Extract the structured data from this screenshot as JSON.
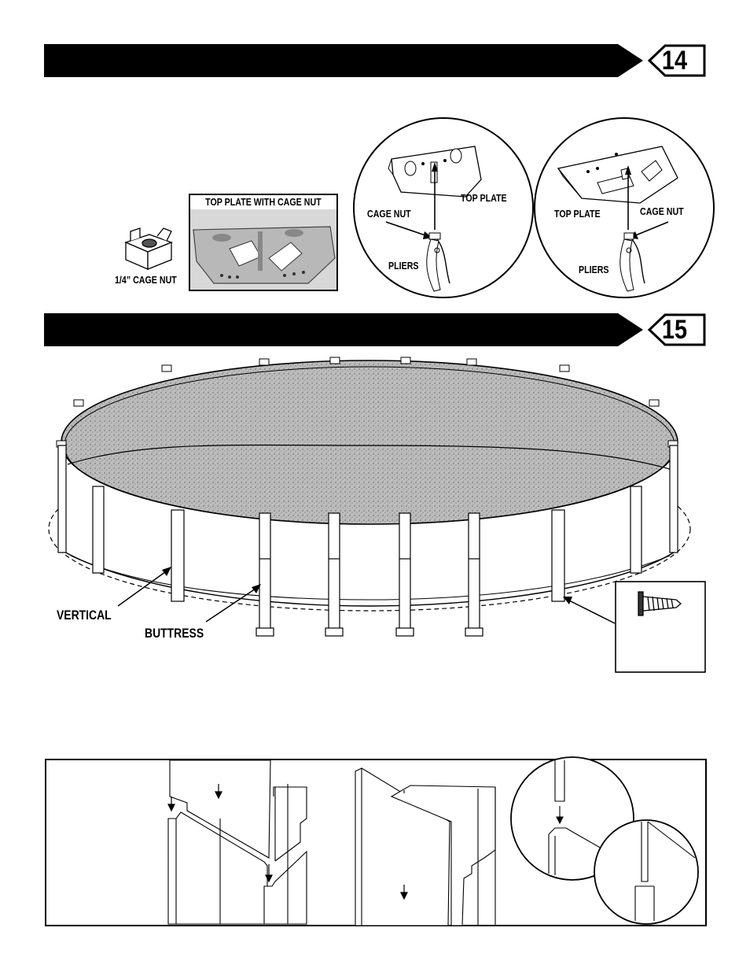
{
  "step14": {
    "number": "14",
    "photo_caption": "TOP PLATE WITH CAGE NUT",
    "cage_nut_caption": "1/4” CAGE NUT",
    "detail_left": {
      "cage_nut": "CAGE NUT",
      "top_plate": "TOP PLATE",
      "pliers": "PLIERS"
    },
    "detail_right": {
      "top_plate": "TOP PLATE",
      "cage_nut": "CAGE NUT",
      "pliers": "PLIERS"
    }
  },
  "step15": {
    "number": "15",
    "vertical_label": "VERTICAL",
    "buttress_label": "BUTTRESS",
    "screw_icon": "screw-icon"
  },
  "colors": {
    "banner": "#000000",
    "stipple": "#9a9a9a",
    "line": "#000000"
  }
}
